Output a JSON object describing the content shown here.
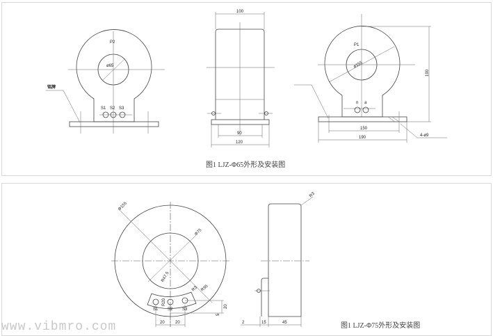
{
  "figure1": {
    "caption": "图1 LJZ-Φ65外形及安装图",
    "front_view": {
      "label_P2": "P2",
      "inner_dia": "ø65",
      "nameplate": "铭牌",
      "terminals": [
        "S1",
        "S2",
        "S3"
      ]
    },
    "side_view": {
      "top_width": "100",
      "hole_spacing": "90",
      "base_width": "120"
    },
    "rear_view": {
      "label_P1": "P1",
      "outer_dia": "ø155",
      "terminals": [
        "n",
        "a"
      ],
      "height": "190",
      "hole_spacing": "150",
      "base_width": "190",
      "holes": "4-ø9"
    }
  },
  "figure2": {
    "caption": "图1 LJZ-Φ75外形及安装图",
    "front_view": {
      "outer_dia": "Φ155",
      "inner_dia": "Φ75",
      "radius_inner": "R47.5",
      "radius_r3": "R3",
      "radius_outer": "R95",
      "radius_r20": "R20",
      "terminals": [
        "S1",
        "S2",
        "S3"
      ],
      "dim_h": [
        "20",
        "20"
      ],
      "dim_v": [
        "20",
        "5"
      ]
    },
    "side_view": {
      "corner_radius": "R3",
      "dims": [
        "2",
        "15",
        "45"
      ]
    }
  },
  "watermark": "www.vibmro.com"
}
